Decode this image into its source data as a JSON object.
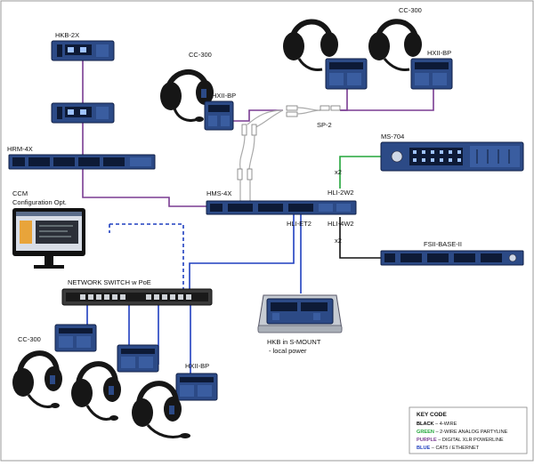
{
  "labels": {
    "hkb2x": "HKB-2X",
    "cc300_top_left": "CC-300",
    "cc300_top_right": "CC-300",
    "hxiibp_left": "HXII-BP",
    "hxiibp_right": "HXII-BP",
    "hrm4x": "HRM-4X",
    "sp2": "SP-2",
    "ms704": "MS-704",
    "x2_top": "x2",
    "ccm_line1": "CCM",
    "ccm_line2": "Configuration Opt.",
    "hms4x": "HMS-4X",
    "hli2w2": "HLI-2W2",
    "hli4w2": "HLI-4W2",
    "x2_bottom": "x2",
    "hliet2": "HLI-ET2",
    "fsii_base": "FSII-BASE-II",
    "network_switch": "NETWORK SWITCH w PoE",
    "cc300_bottom": "CC-300",
    "hkb_smount_line1": "HKB in S-MOUNT",
    "hkb_smount_line2": "- local power",
    "hxiibp_bottom": "HXII-BP"
  },
  "key": {
    "title": "KEY CODE",
    "rows": [
      {
        "name": "BLACK",
        "desc": " – 4-WIRE",
        "color": "#000000"
      },
      {
        "name": "GREEN",
        "desc": " – 2-WIRE ANALOG PARTYLINE",
        "color": "#22a53a"
      },
      {
        "name": "PURPLE",
        "desc": " – DIGITAL XLR POWERLINE",
        "color": "#7a3c92"
      },
      {
        "name": "BLUE",
        "desc": " – CAT5 / ETHERNET",
        "color": "#1f3fbf"
      }
    ]
  },
  "colors": {
    "purple": "#7a3c92",
    "green": "#22a53a",
    "blue": "#1f3fbf",
    "black": "#111111",
    "device": "#2c4a86"
  }
}
